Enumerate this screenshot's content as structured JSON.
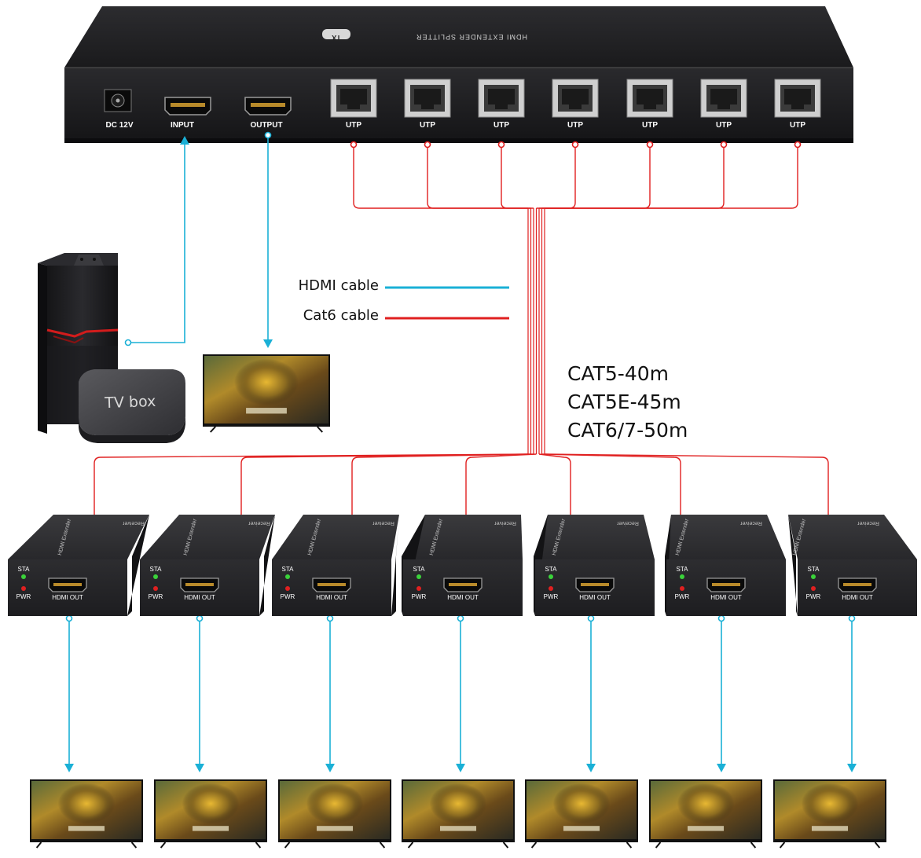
{
  "transmitter": {
    "title": "HDMI EXTENDER SPLITTER",
    "badge": "TX",
    "power_label": "DC 12V",
    "input_label": "INPUT",
    "output_label": "OUTPUT",
    "port_label": "UTP",
    "port_count": 7
  },
  "legend": {
    "hdmi_label": "HDMI cable",
    "cat6_label": "Cat6 cable",
    "hdmi_color": "#1ab0d6",
    "cat6_color": "#e02020"
  },
  "distances": [
    "CAT5-40m",
    "CAT5E-45m",
    "CAT6/7-50m"
  ],
  "sources": {
    "tv_box_label": "TV box",
    "pc_icon": "desktop-pc-icon",
    "tv_box_icon": "tv-box-icon",
    "monitor_icon": "tv-display-icon"
  },
  "receiver": {
    "count": 7,
    "sta_label": "STA",
    "pwr_label": "PWR",
    "hdmi_out_label": "HDMI OUT",
    "top_label": "Receiver",
    "side_label": "HDMI Extender",
    "sta_color": "#3ad23a",
    "pwr_color": "#e02020"
  },
  "displays": {
    "count": 7,
    "icon": "tv-display-icon"
  }
}
